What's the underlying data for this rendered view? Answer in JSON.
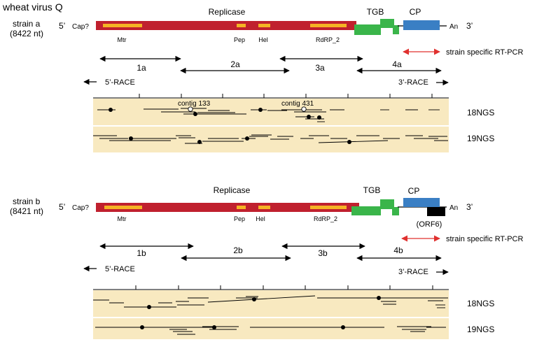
{
  "title": "wheat virus Q",
  "labels": {
    "five_prime": "5’",
    "three_prime": "3’",
    "cap": "Cap?",
    "poly_a": "An",
    "replicase": "Replicase",
    "tgb": "TGB",
    "cp": "CP",
    "mtr": "Mtr",
    "pep": "Pep",
    "hel": "Hel",
    "rdrp": "RdRP_2",
    "orf6": "(ORF6)",
    "rt_pcr": "strain specific RT-PCR",
    "race5": "5’-RACE",
    "race3": "3’-RACE",
    "ngs18": "18NGS",
    "ngs19": "19NGS",
    "contig133": "contig 133",
    "contig431": "contig 431"
  },
  "strain_a": {
    "name": "strain a",
    "length": "(8422 nt)",
    "fragments": [
      "1a",
      "2a",
      "3a",
      "4a"
    ]
  },
  "strain_b": {
    "name": "strain b",
    "length": "(8421 nt)",
    "fragments": [
      "1b",
      "2b",
      "3b",
      "4b"
    ]
  },
  "colors": {
    "replicase": "#c0202e",
    "domain": "#f5b324",
    "tgb": "#3ab54a",
    "cp": "#3a7fc4",
    "orf6": "#000000",
    "ngs_bg": "#f8e9c0",
    "rt_pcr_arrow": "#e0312f"
  },
  "icons": {
    "double_arrow": "double-headed-arrow",
    "race_arrow": "single-headed-arrow",
    "read_dot": "filled-circle",
    "contig_dot": "open-circle"
  }
}
